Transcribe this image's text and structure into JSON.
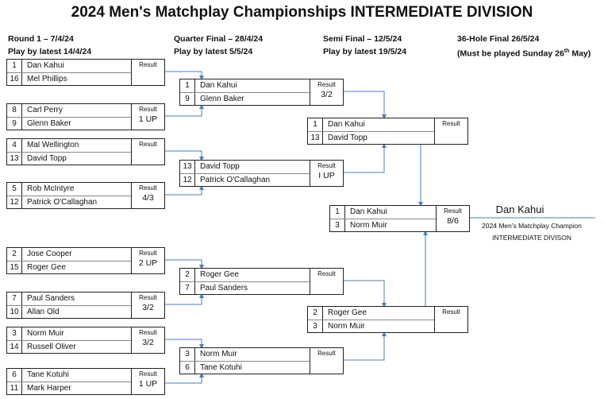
{
  "title": "2024 Men's Matchplay Championships  INTERMEDIATE DIVISION",
  "rounds": [
    {
      "line1": "Round 1 – 7/4/24",
      "line2": "Play by latest 14/4/24"
    },
    {
      "line1": "Quarter Final – 28/4/24",
      "line2": "Play by latest 5/5/24"
    },
    {
      "line1": "Semi Final – 12/5/24",
      "line2": "Play by latest 19/5/24"
    },
    {
      "line1": "36-Hole Final 26/5/24",
      "line2": "(Must be played Sunday 26th May)"
    }
  ],
  "result_label": "Result",
  "matches": {
    "round1": [
      {
        "players": [
          [
            "1",
            "Dan Kahui"
          ],
          [
            "16",
            "Mel Phillips"
          ]
        ],
        "score": ""
      },
      {
        "players": [
          [
            "8",
            "Carl Perry"
          ],
          [
            "9",
            "Glenn Baker"
          ]
        ],
        "score": "1 UP"
      },
      {
        "players": [
          [
            "4",
            "Mal Wellington"
          ],
          [
            "13",
            "David Topp"
          ]
        ],
        "score": ""
      },
      {
        "players": [
          [
            "5",
            "Rob McIntyre"
          ],
          [
            "12",
            "Patrick O'Callaghan"
          ]
        ],
        "score": "4/3"
      },
      {
        "players": [
          [
            "2",
            "Jose Cooper"
          ],
          [
            "15",
            "Roger Gee"
          ]
        ],
        "score": "2 UP"
      },
      {
        "players": [
          [
            "7",
            "Paul Sanders"
          ],
          [
            "10",
            "Allan Old"
          ]
        ],
        "score": "3/2"
      },
      {
        "players": [
          [
            "3",
            "Norm Muir"
          ],
          [
            "14",
            "Russell Oliver"
          ]
        ],
        "score": "3/2"
      },
      {
        "players": [
          [
            "6",
            "Tane Kotuhi"
          ],
          [
            "11",
            "Mark Harper"
          ]
        ],
        "score": "1 UP"
      }
    ],
    "quarter": [
      {
        "players": [
          [
            "1",
            "Dan Kahui"
          ],
          [
            "9",
            "Glenn Baker"
          ]
        ],
        "score": "3/2"
      },
      {
        "players": [
          [
            "13",
            "David Topp"
          ],
          [
            "12",
            "Patrick O'Callaghan"
          ]
        ],
        "score": "I UP"
      },
      {
        "players": [
          [
            "2",
            "Roger Gee"
          ],
          [
            "7",
            "Paul Sanders"
          ]
        ],
        "score": ""
      },
      {
        "players": [
          [
            "3",
            "Norm Muir"
          ],
          [
            "6",
            "Tane Kotuhi"
          ]
        ],
        "score": ""
      }
    ],
    "semi": [
      {
        "players": [
          [
            "1",
            "Dan Kahui"
          ],
          [
            "13",
            "David Topp"
          ]
        ],
        "score": ""
      },
      {
        "players": [
          [
            "2",
            "Roger Gee"
          ],
          [
            "3",
            "Norm Muir"
          ]
        ],
        "score": ""
      }
    ],
    "final": [
      {
        "players": [
          [
            "1",
            "Dan Kahui"
          ],
          [
            "3",
            "Norm Muir"
          ]
        ],
        "score": "8/6"
      }
    ]
  },
  "champion": {
    "name": "Dan Kahui",
    "line1": "2024 Men's Matchplay Champion",
    "line2": "INTERMEDIATE DIVISON"
  },
  "colors": {
    "connector": "#4a7ebb"
  }
}
